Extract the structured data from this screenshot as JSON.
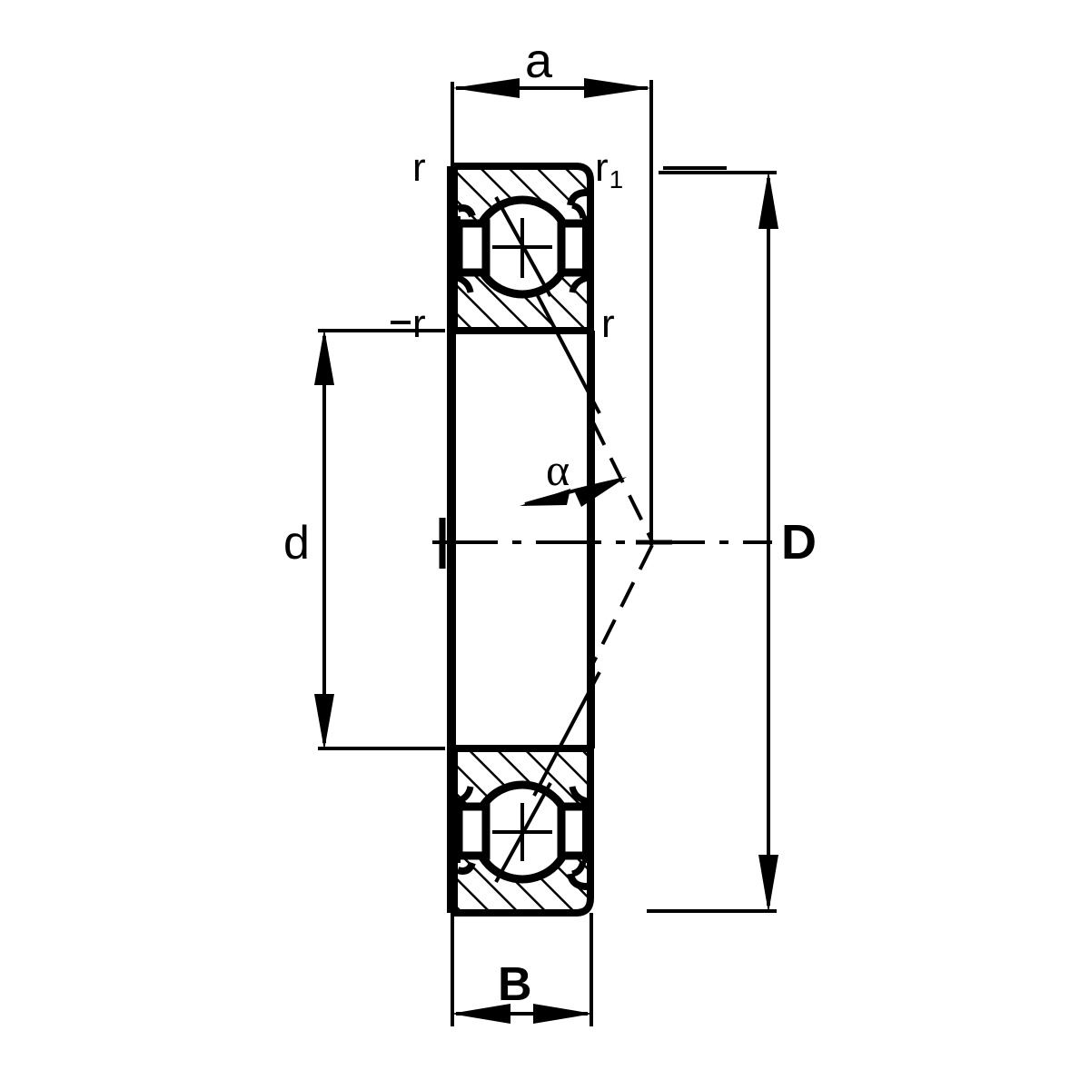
{
  "drawing": {
    "title": "Angular contact ball bearing cross-section",
    "background_color": "#ffffff",
    "line_color": "#000000"
  },
  "dimensions": {
    "a": {
      "label": "a",
      "description": "distance from outer ring face to pressure-cone apex"
    },
    "B": {
      "label": "B",
      "description": "bearing width"
    },
    "D": {
      "label": "D",
      "description": "outside diameter"
    },
    "d": {
      "label": "d",
      "description": "bore diameter"
    },
    "alpha": {
      "label": "α",
      "description": "nominal contact angle"
    }
  },
  "chamfer_labels": {
    "top_left": "r",
    "top_right": "r",
    "top_right_sub": "1",
    "middle_left": "r",
    "middle_right": "r"
  },
  "parts": {
    "outer_ring": "outer-ring",
    "inner_ring": "inner-ring",
    "ball": "rolling-element-ball",
    "cage": "cage",
    "axis": "centre-axis"
  }
}
